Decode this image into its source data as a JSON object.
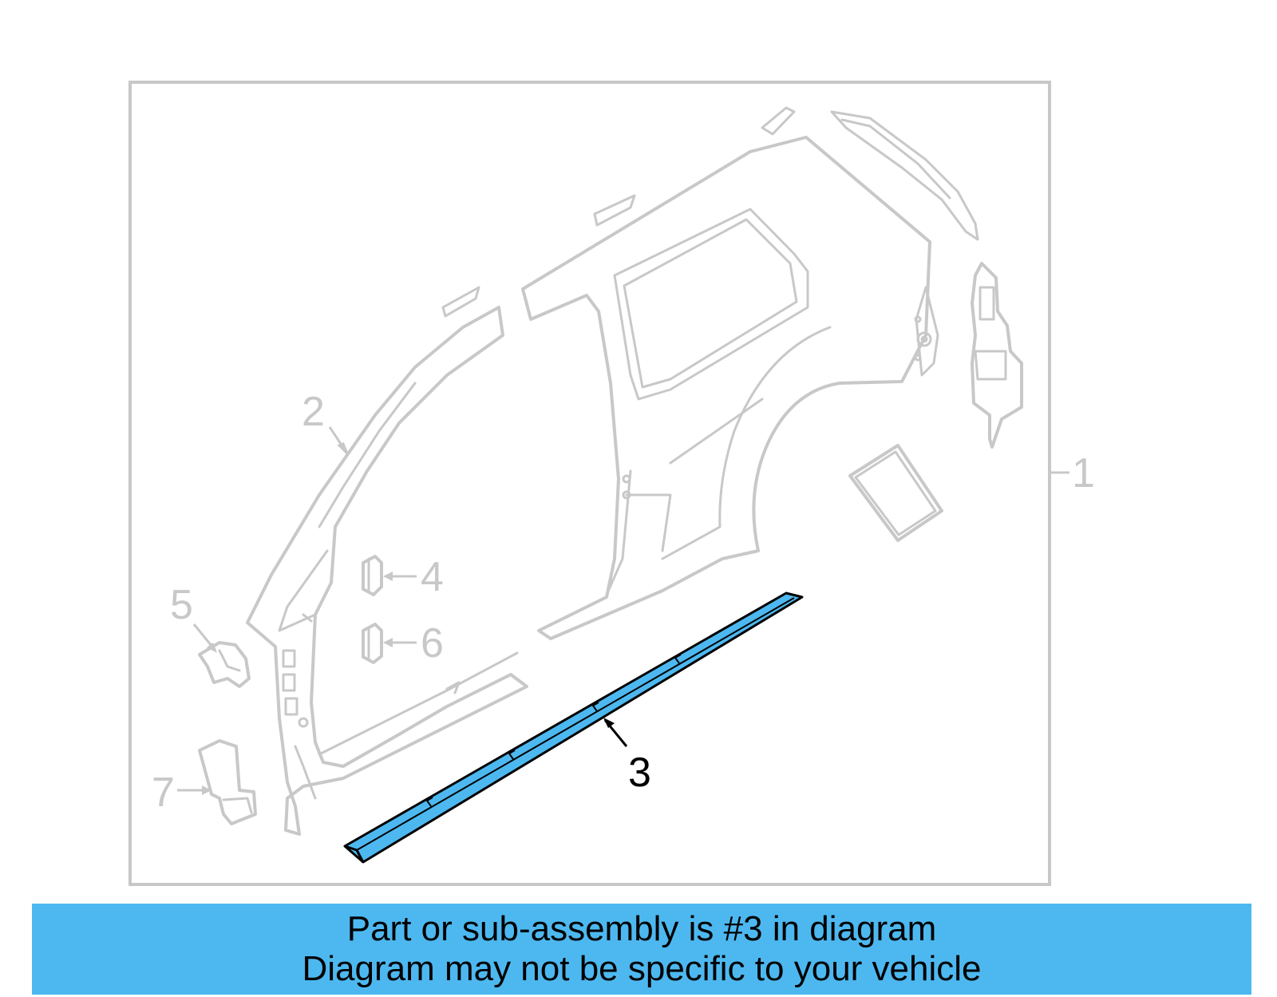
{
  "diagram": {
    "callouts": {
      "c1": "1",
      "c2": "2",
      "c3": "3",
      "c4": "4",
      "c5": "5",
      "c6": "6",
      "c7": "7"
    },
    "highlight_color": "#4db8f0",
    "ghost_color": "#c8c8c8"
  },
  "banner": {
    "line1": "Part or sub-assembly is #3 in diagram",
    "line2": "Diagram may not be specific to your vehicle",
    "color": "#4db8f0"
  }
}
